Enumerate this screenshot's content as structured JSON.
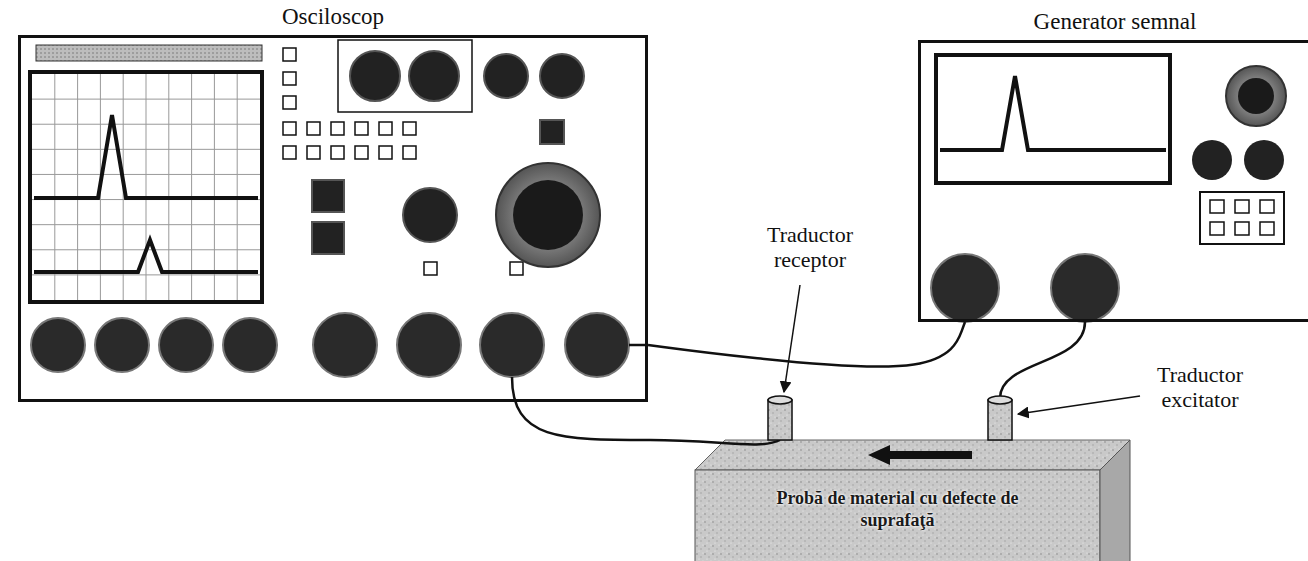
{
  "diagram": {
    "nodes": [
      {
        "text": [
          "Osciloscop"
        ]
      },
      {
        "text": [
          "Generator semnal"
        ]
      },
      {
        "text": [
          "Probă de material cu defecte de suprafaţă"
        ]
      }
    ],
    "edges": [
      {
        "from": 0,
        "to": 1,
        "arrow": "none"
      }
    ],
    "labels": [
      "Traductor receptor",
      "Traductor excitator"
    ]
  }
}
